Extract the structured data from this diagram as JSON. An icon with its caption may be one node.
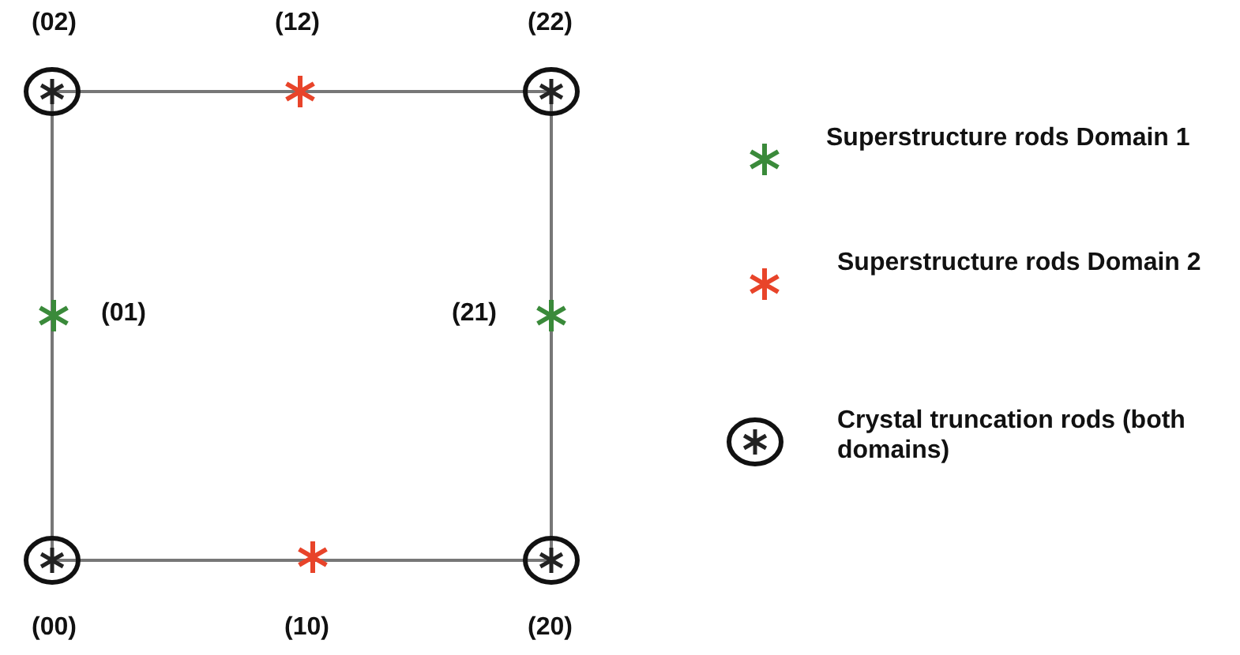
{
  "diagram": {
    "labels": [
      "(02)",
      "(12)",
      "(22)",
      "(01)",
      "(21)",
      "(00)",
      "(10)",
      "(20)"
    ],
    "legend": [
      {
        "text": "Superstructure rods Domain 1"
      },
      {
        "text": "Superstructure rods Domain 2"
      },
      {
        "text": "Crystal truncation rods (both domains)"
      }
    ]
  }
}
